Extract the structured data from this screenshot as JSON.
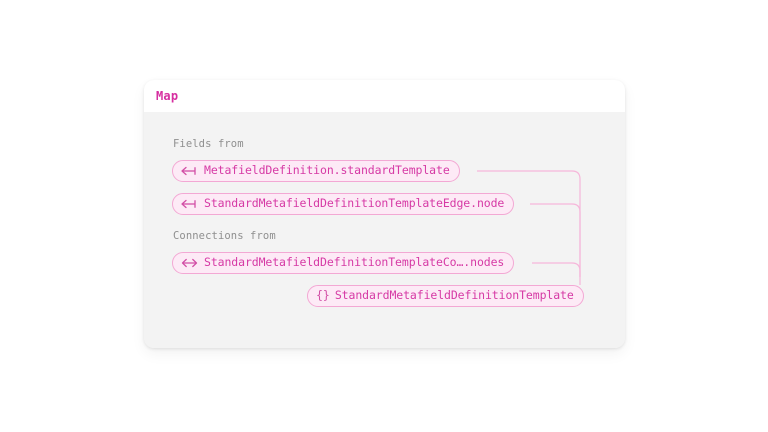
{
  "page": {
    "background": "#ffffff"
  },
  "card": {
    "title": "Map",
    "title_color": "#d62fa0",
    "header_background": "#ffffff",
    "body_background": "#f3f3f3"
  },
  "graph": {
    "accent_border": "#f3a8d4",
    "accent_fill": "#fdeaf6",
    "accent_text": "#d63aa5",
    "wire_color": "#f6b6da",
    "label_color": "#8f8f8f",
    "groups": [
      {
        "label": "Fields from"
      },
      {
        "label": "Connections from"
      }
    ],
    "nodes": [
      {
        "icon": "arrow-left-to-bar-icon",
        "label": "MetafieldDefinition.standardTemplate",
        "group": "Fields from"
      },
      {
        "icon": "arrow-left-to-bar-icon",
        "label": "StandardMetafieldDefinitionTemplateEdge.node",
        "group": "Fields from"
      },
      {
        "icon": "arrow-both-ways-icon",
        "label": "StandardMetafieldDefinitionTemplateCo….nodes",
        "group": "Connections from"
      },
      {
        "icon": "braces-icon",
        "braces": "{}",
        "label": "StandardMetafieldDefinitionTemplate",
        "group": "target"
      }
    ]
  }
}
